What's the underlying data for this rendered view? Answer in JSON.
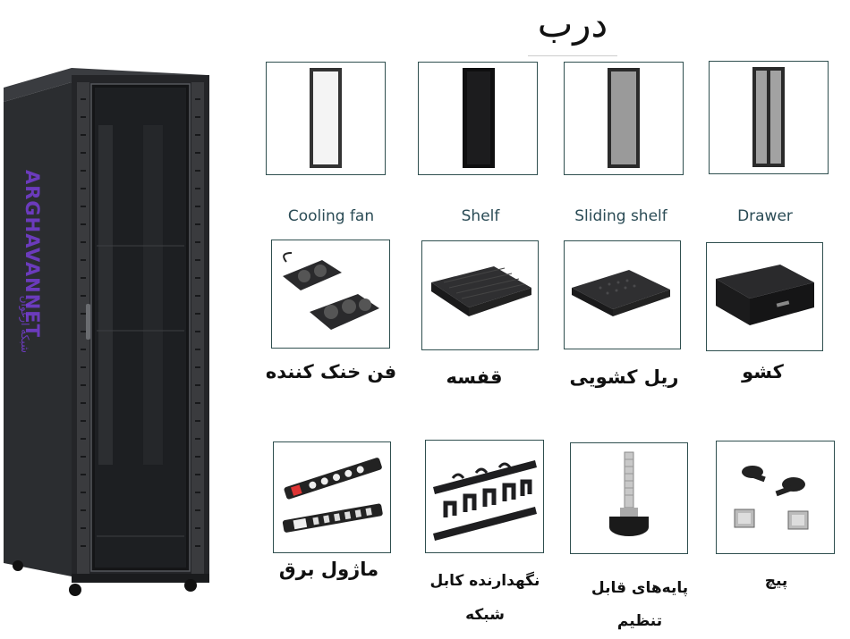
{
  "page": {
    "title": "درب",
    "watermark": {
      "brand": "ARGHAVANNET",
      "subtext": "شبکه ارغوان"
    }
  },
  "row1": {
    "labels": [
      "Cooling fan",
      "Shelf",
      "Sliding shelf",
      "Drawer"
    ],
    "doors": [
      "door-white-panel",
      "door-black-solid",
      "door-gray-perforated",
      "door-gray-double"
    ]
  },
  "row2": {
    "items": [
      {
        "fa": "فن خنک کننده",
        "icon": "cooling-fan-unit-icon"
      },
      {
        "fa": "قفسه",
        "icon": "fixed-shelf-icon"
      },
      {
        "fa": "ریل کشویی",
        "icon": "sliding-shelf-icon"
      },
      {
        "fa": "کشو",
        "icon": "drawer-icon"
      }
    ]
  },
  "row3": {
    "items": [
      {
        "fa": "ماژول برق",
        "icon": "power-module-icon"
      },
      {
        "fa_line1": "نگهدارنده کابل",
        "fa_line2": "شبکه",
        "icon": "cable-manager-icon"
      },
      {
        "fa_line1": "پایه‌های قابل",
        "fa_line2": "تنظیم",
        "icon": "adjustable-foot-icon"
      },
      {
        "fa": "پیچ",
        "icon": "screw-icon"
      }
    ]
  },
  "colors": {
    "border": "#2f4f4f",
    "label_en": "#2a4b55",
    "watermark": "#7b3fe0",
    "rack": "#2b2d30"
  }
}
